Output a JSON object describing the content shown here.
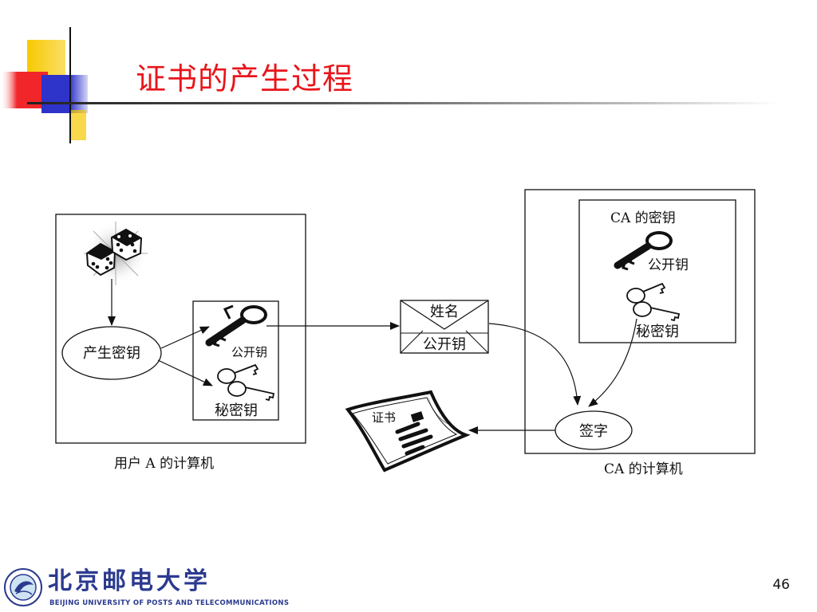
{
  "slide": {
    "title": "证书的产生过程",
    "page_number": "46"
  },
  "diagram": {
    "user_box_label": "用户 A 的计算机",
    "ca_box_label": "CA 的计算机",
    "generate_key": "产生密钥",
    "user_public_key": "公开钥",
    "user_private_key": "秘密钥",
    "envelope_name": "姓名",
    "envelope_public_key": "公开钥",
    "ca_keys_title": "CA 的密钥",
    "ca_public_key": "公开钥",
    "ca_private_key": "秘密钥",
    "sign": "签字",
    "certificate": "证书"
  },
  "logo": {
    "chinese": "北京邮电大学",
    "english": "BEIJING UNIVERSITY OF POSTS AND TELECOMMUNICATIONS"
  },
  "colors": {
    "title": "#e8151b",
    "deco_yellow": "#f7c900",
    "deco_blue": "#2e33c9",
    "deco_red": "#f0262b",
    "logo_blue": "#2b3a8f"
  }
}
